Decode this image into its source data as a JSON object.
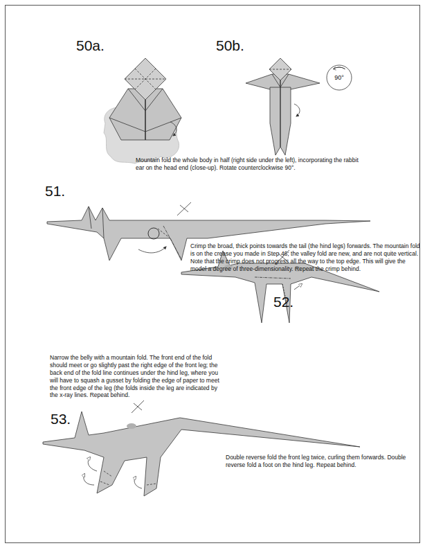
{
  "diagram": {
    "nodes": [
      {
        "text": [
          "90°"
        ]
      }
    ],
    "labels": [
      "50a.",
      "50b.",
      "Mountain fold the whole body in half (right side under the left), incorporating the rabbit ear on the head end (close-up).  Rotate counterclockwise 90°.",
      "51.",
      "Crimp the broad, thick points towards the tail (the hind legs) forwards.  The mountain fold is on the crease you made in Step 46; the valley fold are new, and are not quite vertical.  Note that the crimp does not progress all the way to the top edge.  This will give the model a degree of three-dimensionality.  Repeat the crimp behind.",
      "52.",
      "Narrow the belly with a mountain fold.  The front end of the fold should meet or go slightly past the right edge of the front leg; the back end of the fold line continues under the hind leg, where you will have to squash a gusset by folding the edge of paper to meet the front edge of the leg (the folds inside the leg are indicated by the x-ray lines.  Repeat behind.",
      "53.",
      "Double reverse fold the front leg twice, curling them forwards.  Double reverse fold a foot on the hind leg.  Repeat behind."
    ]
  }
}
